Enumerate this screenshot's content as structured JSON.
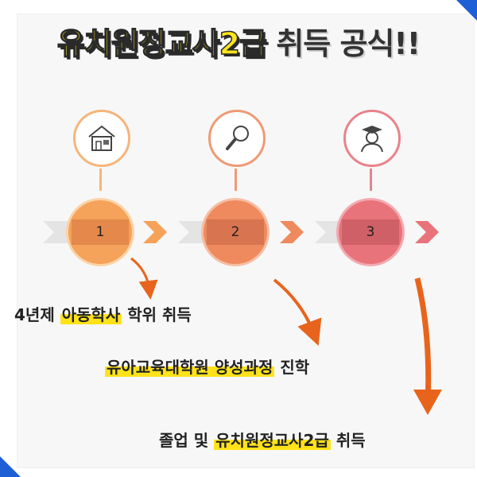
{
  "title": {
    "highlight": "유치원정교사2급",
    "rest": "취득 공식!!"
  },
  "steps": [
    {
      "number": "1",
      "icon": "house-icon",
      "color": "#f5a25a",
      "ring": "#f8c48e"
    },
    {
      "number": "2",
      "icon": "magnifier-icon",
      "color": "#ef8a5e",
      "ring": "#f2a98a"
    },
    {
      "number": "3",
      "icon": "graduate-icon",
      "color": "#e8737a",
      "ring": "#ee9aa0"
    }
  ],
  "lines": [
    {
      "pre": "4년제 ",
      "em": "아동학사",
      "post": " 학위 취득"
    },
    {
      "pre": "",
      "em": "유아교육대학원 양성과정",
      "post": " 진학"
    },
    {
      "pre": "졸업 및 ",
      "em": "유치원정교사2급",
      "post": " 취득"
    }
  ],
  "colors": {
    "arrow": "#e8641c",
    "accent": "#1f5fd6",
    "highlight": "#ffe21a"
  }
}
